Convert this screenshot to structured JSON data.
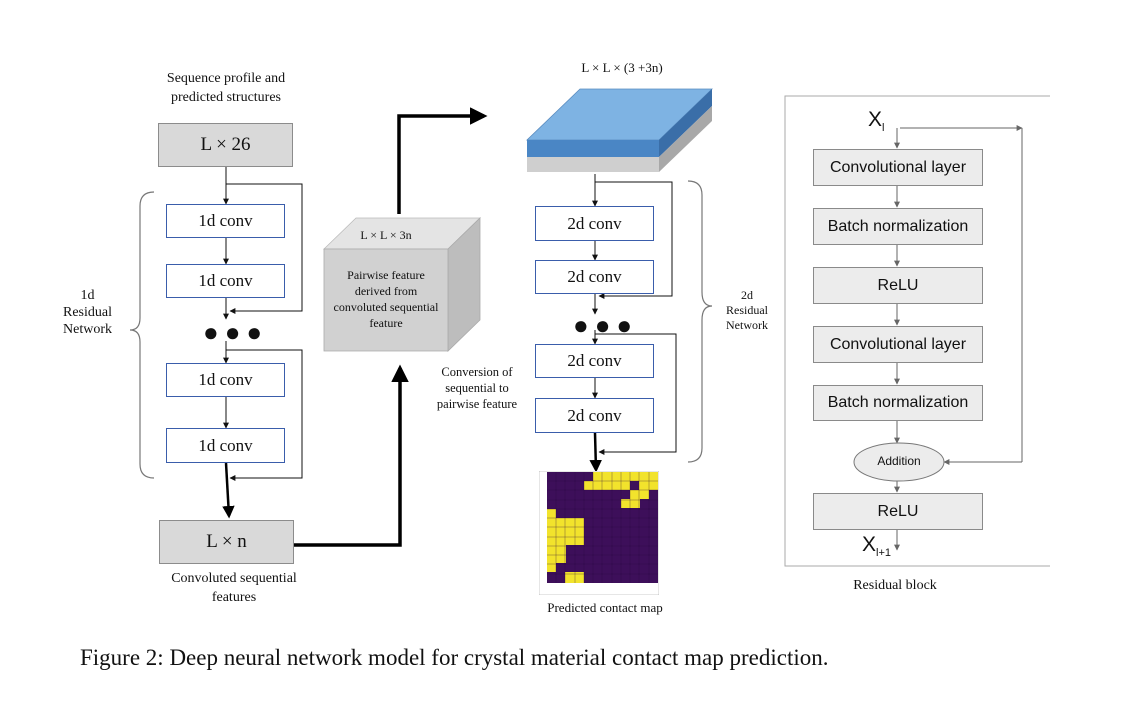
{
  "left": {
    "input_caption": "Sequence profile and predicted structures",
    "input_box": "L  ×  26",
    "conv_label": "1d conv",
    "residual_label_lines": [
      "1d",
      "Residual",
      "Network"
    ],
    "output_box": "L  ×  n",
    "output_caption": "Convoluted sequential features"
  },
  "middle": {
    "cube_top_label": "L × L × 3n",
    "cube_body_text": "Pairwise feature derived from convoluted sequential feature",
    "conversion_caption": "Conversion of sequential to pairwise feature"
  },
  "right_net": {
    "tensor_label": "L × L × (3 +3n)",
    "conv_label": "2d  conv",
    "residual_label_lines": [
      "2d",
      "Residual",
      "Network"
    ],
    "contact_map_caption": "Predicted contact map"
  },
  "residual_block": {
    "x_in": "X",
    "x_in_sub": "l",
    "layers": [
      "Convolutional layer",
      "Batch normalization",
      "ReLU",
      "Convolutional layer",
      "Batch normalization"
    ],
    "addition": "Addition",
    "final_layer": "ReLU",
    "x_out": "X",
    "x_out_sub": "l+1",
    "caption": "Residual block"
  },
  "figure_caption": "Figure 2: Deep neural network model for crystal material contact map prediction.",
  "colors": {
    "conv_border": "#3a5dab",
    "tensor_blue": "#6fa8dc",
    "map_yellow": "#f2e32c",
    "map_purple": "#3d0f5a"
  }
}
